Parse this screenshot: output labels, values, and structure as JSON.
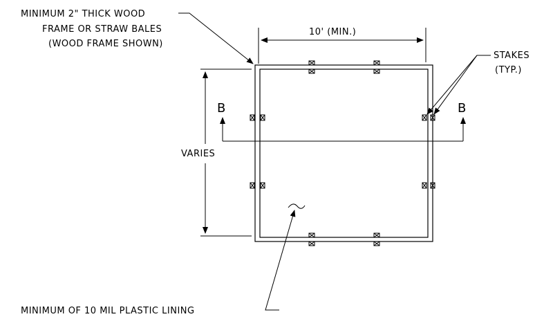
{
  "labels": {
    "frame_line1": "MINIMUM 2\" THICK WOOD",
    "frame_line2": "FRAME OR STRAW BALES",
    "frame_line3": "(WOOD FRAME SHOWN)",
    "width_dim": "10' (MIN.)",
    "stakes_line1": "STAKES",
    "stakes_line2": "(TYP.)",
    "section_left": "B",
    "section_right": "B",
    "varies": "VARIES",
    "lining": "MINIMUM OF 10 MIL PLASTIC LINING"
  },
  "colors": {
    "ink": "#000000",
    "background": "#ffffff"
  }
}
